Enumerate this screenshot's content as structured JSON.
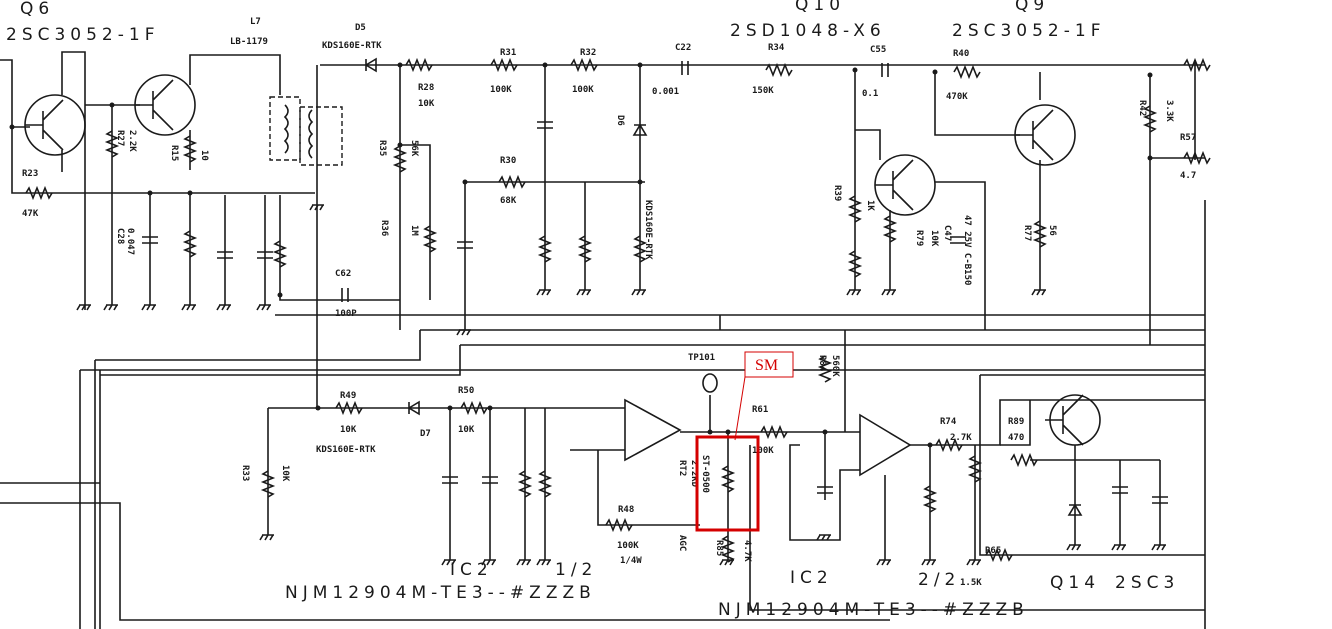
{
  "title_blocks": {
    "q6": {
      "ref": "Q6",
      "part": "2SC3052-1F"
    },
    "q10": {
      "ref": "Q10",
      "part": "2SD1048-X6"
    },
    "q9": {
      "ref": "Q9",
      "part": "2SC3052-1F"
    },
    "q14": {
      "ref": "Q14",
      "part": "2SC3"
    },
    "ic2_a": {
      "ref": "IC2",
      "unit": "1/2",
      "part": "NJM12904M-TE3--#ZZZB"
    },
    "ic2_b": {
      "ref": "IC2",
      "unit": "2/2",
      "part": "NJM12904M-TE3--#ZZZB"
    }
  },
  "components": {
    "L7": {
      "ref": "L7",
      "value": "LB-1179"
    },
    "D5": {
      "ref": "D5",
      "value": "KDS160E-RTK"
    },
    "D6": {
      "ref": "D6",
      "value": "KDS160E-RTK"
    },
    "D7": {
      "ref": "D7",
      "value": "KDS160E-RTK"
    },
    "R23": {
      "ref": "R23",
      "value": "47K"
    },
    "R27": {
      "ref": "R27",
      "value": "2.2K"
    },
    "R15": {
      "ref": "R15",
      "value": "10"
    },
    "R28": {
      "ref": "R28",
      "value": "10K"
    },
    "R31": {
      "ref": "R31",
      "value": "100K"
    },
    "R32": {
      "ref": "R32",
      "value": "100K"
    },
    "R30": {
      "ref": "R30",
      "value": "68K"
    },
    "R34": {
      "ref": "R34",
      "value": "150K"
    },
    "R40": {
      "ref": "R40",
      "value": "470K"
    },
    "R42": {
      "ref": "R42",
      "value": "3.3K"
    },
    "R57": {
      "ref": "R57",
      "value": "4.7"
    },
    "C22": {
      "ref": "C22",
      "value": "0.001"
    },
    "C55": {
      "ref": "C55",
      "value": "0.1"
    },
    "C62": {
      "ref": "C62",
      "value": "100P"
    },
    "C28": {
      "ref": "C28",
      "value": "0.047"
    },
    "R35": {
      "ref": "R35",
      "value": "56K"
    },
    "R36": {
      "ref": "R36",
      "value": "1M"
    },
    "R39": {
      "ref": "R39",
      "value": "1K"
    },
    "R79": {
      "ref": "R79",
      "value": "10K"
    },
    "C47": {
      "ref": "C47",
      "value": "47 25V C-B150"
    },
    "R77": {
      "ref": "R77",
      "value": "56"
    },
    "R49": {
      "ref": "R49",
      "value": "10K"
    },
    "R50": {
      "ref": "R50",
      "value": "10K"
    },
    "R33": {
      "ref": "R33",
      "value": "10K"
    },
    "R48": {
      "ref": "R48",
      "value": "100K",
      "rating": "1/4W"
    },
    "RT2": {
      "ref": "RT2",
      "value": "2.2KD"
    },
    "VR": {
      "value": "ST-0500"
    },
    "R61": {
      "ref": "R61",
      "value": "100K"
    },
    "R74": {
      "ref": "R74",
      "value": "2.7K"
    },
    "R89": {
      "ref": "R89",
      "value": "470"
    },
    "R65": {
      "ref": "R65",
      "value": "1.5K"
    },
    "R85": {
      "ref": "R85",
      "value": "4.7K"
    },
    "R84": {
      "ref": "R84",
      "value": "560K"
    },
    "TP101": {
      "ref": "TP101"
    },
    "AGC": {
      "label": "AGC"
    }
  },
  "annotation": {
    "label": "SM",
    "color": "#d40000"
  }
}
